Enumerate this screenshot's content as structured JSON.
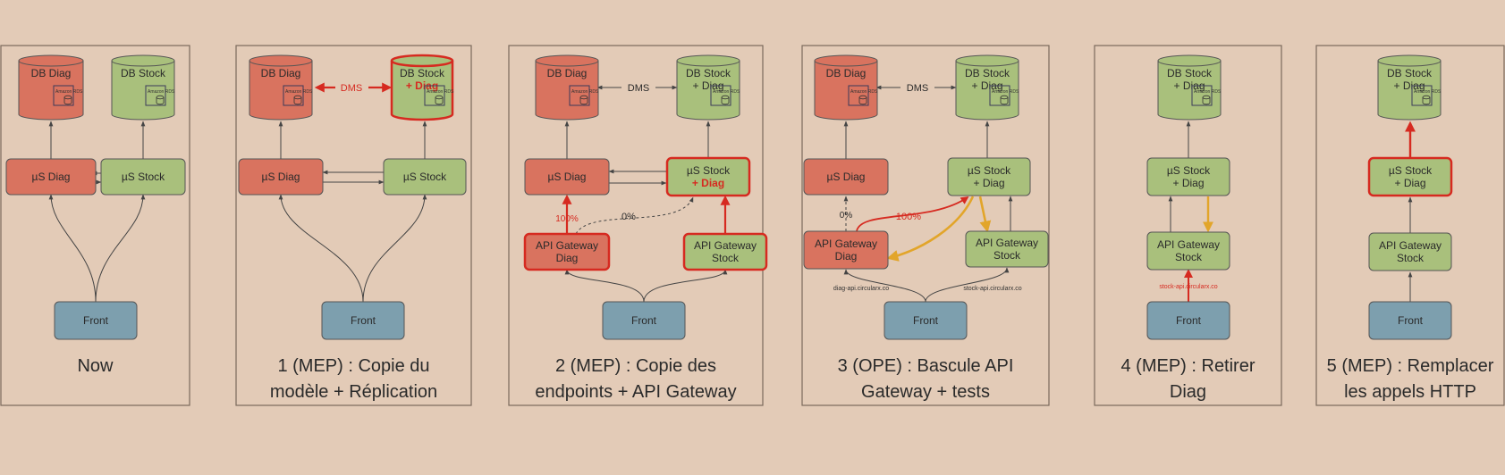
{
  "colors": {
    "background": "#e3cbb7",
    "panel_border": "#7a6a5c",
    "db_diag_fill": "#d9735f",
    "db_stock_fill": "#a9c07c",
    "service_diag_fill": "#d9735f",
    "service_stock_fill": "#a9c07c",
    "front_fill": "#7d9fae",
    "highlight_red": "#d62a20",
    "switch_orange": "#e2a52a",
    "line_gray": "#444444"
  },
  "labels": {
    "db_diag": "DB Diag",
    "db_stock": "DB Stock",
    "db_stock_plus": "DB Stock",
    "plus_diag": "+ Diag",
    "amazon_rds": "Amazon RDS",
    "us_diag": "µS Diag",
    "us_stock": "µS Stock",
    "api_gw": "API Gateway",
    "diag": "Diag",
    "stock": "Stock",
    "front": "Front",
    "dms": "DMS",
    "pct_100": "100%",
    "pct_0": "0%",
    "diag_url": "diag-api.circularx.co",
    "stock_url": "stock-api.circularx.co"
  },
  "captions": [
    [
      "Now"
    ],
    [
      "1 (MEP) : Copie du",
      "modèle + Réplication"
    ],
    [
      "2 (MEP) : Copie des",
      "endpoints + API Gateway"
    ],
    [
      "3 (OPE) : Bascule API",
      "Gateway + tests"
    ],
    [
      "4 (MEP) : Retirer",
      "Diag"
    ],
    [
      "5 (MEP) : Remplacer",
      "les appels HTTP"
    ]
  ]
}
